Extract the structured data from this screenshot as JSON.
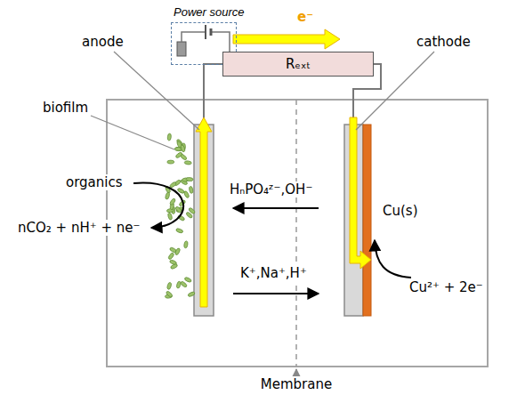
{
  "diagram": {
    "nodes": [
      {
        "text": [
          "Power source"
        ]
      },
      {
        "text": [
          "Rₑₓₜ"
        ]
      }
    ],
    "labels": [
      "e⁻",
      "anode",
      "cathode",
      "biofilm",
      "organics",
      "nCO₂ + nH⁺ + ne⁻",
      "HₙPO₄ᶻ⁻,OH⁻",
      "K⁺,Na⁺,H⁺",
      "Cu(s)",
      "Cu²⁺ + 2e⁻",
      "Membrane"
    ]
  }
}
